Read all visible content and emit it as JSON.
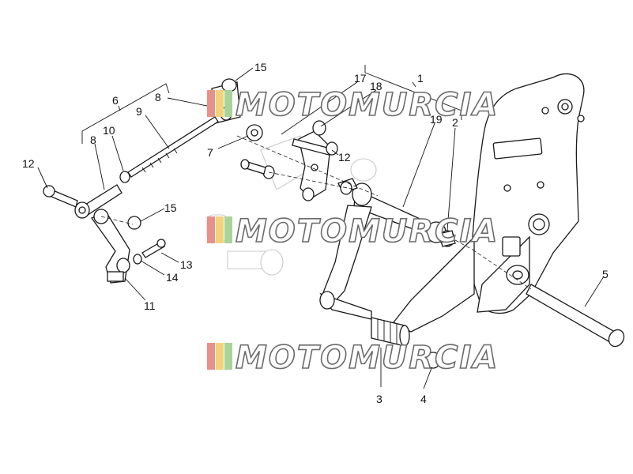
{
  "callouts": [
    {
      "id": "1",
      "text": "1"
    },
    {
      "id": "2",
      "text": "2"
    },
    {
      "id": "3",
      "text": "3"
    },
    {
      "id": "4",
      "text": "4"
    },
    {
      "id": "5",
      "text": "5"
    },
    {
      "id": "6",
      "text": "6"
    },
    {
      "id": "7",
      "text": "7"
    },
    {
      "id": "8a",
      "text": "8"
    },
    {
      "id": "8b",
      "text": "8"
    },
    {
      "id": "9",
      "text": "9"
    },
    {
      "id": "10",
      "text": "10"
    },
    {
      "id": "11",
      "text": "11"
    },
    {
      "id": "12a",
      "text": "12"
    },
    {
      "id": "12b",
      "text": "12"
    },
    {
      "id": "13",
      "text": "13"
    },
    {
      "id": "14",
      "text": "14"
    },
    {
      "id": "15a",
      "text": "15"
    },
    {
      "id": "15b",
      "text": "15"
    },
    {
      "id": "17",
      "text": "17"
    },
    {
      "id": "18",
      "text": "18"
    },
    {
      "id": "19",
      "text": "19"
    }
  ],
  "watermark": {
    "text": "MOTOMURCIA",
    "colors": [
      "#e8908a",
      "#f1d37c",
      "#a9d39a"
    ]
  }
}
